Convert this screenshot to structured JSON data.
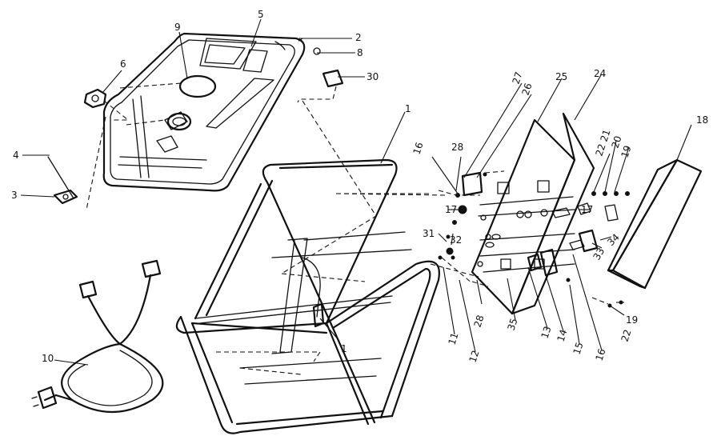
{
  "callouts": [
    {
      "id": "c1a",
      "text": "1"
    },
    {
      "id": "c1b",
      "text": "1"
    },
    {
      "id": "c2",
      "text": "2"
    },
    {
      "id": "c3",
      "text": "3"
    },
    {
      "id": "c4",
      "text": "4"
    },
    {
      "id": "c5",
      "text": "5"
    },
    {
      "id": "c6",
      "text": "6"
    },
    {
      "id": "c8",
      "text": "8"
    },
    {
      "id": "c9",
      "text": "9"
    },
    {
      "id": "c10",
      "text": "10"
    },
    {
      "id": "c11",
      "text": "11"
    },
    {
      "id": "c12",
      "text": "12"
    },
    {
      "id": "c13",
      "text": "13"
    },
    {
      "id": "c14",
      "text": "14"
    },
    {
      "id": "c15",
      "text": "15"
    },
    {
      "id": "c16a",
      "text": "16"
    },
    {
      "id": "c16b",
      "text": "16"
    },
    {
      "id": "c17a",
      "text": "17"
    },
    {
      "id": "c17b",
      "text": "17"
    },
    {
      "id": "c18",
      "text": "18"
    },
    {
      "id": "c19a",
      "text": "19"
    },
    {
      "id": "c19b",
      "text": "19"
    },
    {
      "id": "c20",
      "text": "20"
    },
    {
      "id": "c21",
      "text": "21"
    },
    {
      "id": "c22a",
      "text": "22"
    },
    {
      "id": "c22b",
      "text": "22"
    },
    {
      "id": "c24",
      "text": "24"
    },
    {
      "id": "c25",
      "text": "25"
    },
    {
      "id": "c26",
      "text": "26"
    },
    {
      "id": "c27",
      "text": "27"
    },
    {
      "id": "c28a",
      "text": "28"
    },
    {
      "id": "c28b",
      "text": "28"
    },
    {
      "id": "c30",
      "text": "30"
    },
    {
      "id": "c31",
      "text": "31"
    },
    {
      "id": "c32",
      "text": "32"
    },
    {
      "id": "c33",
      "text": "33"
    },
    {
      "id": "c34",
      "text": "34"
    },
    {
      "id": "c35",
      "text": "35"
    }
  ]
}
